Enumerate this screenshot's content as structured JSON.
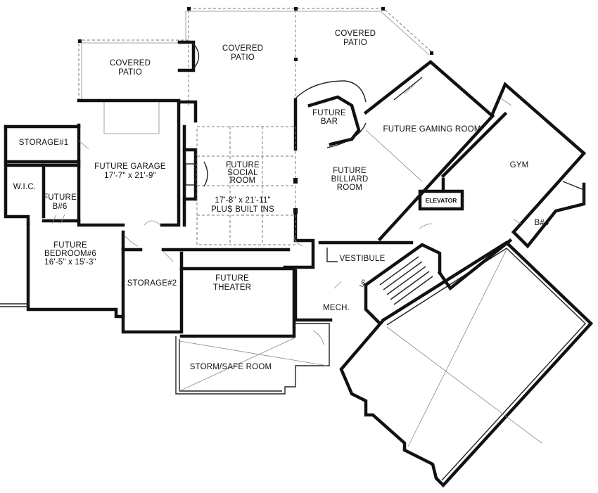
{
  "rooms": {
    "covered_patio_left": [
      "COVERED",
      "PATIO"
    ],
    "covered_patio_center": [
      "COVERED",
      "PATIO"
    ],
    "covered_patio_right": [
      "COVERED",
      "PATIO"
    ],
    "storage_1": "STORAGE#1",
    "future_garage": [
      "FUTURE GARAGE",
      "17'-7\" x 21'-9\""
    ],
    "wic": "W.I.C.",
    "future_bath_6": [
      "FUTURE",
      "B#6"
    ],
    "future_social_room": [
      "FUTURE",
      "SOCIAL",
      "ROOM"
    ],
    "social_room_dims": [
      "17'-8\" x 21'-11\"",
      "PLUS BUILT INS"
    ],
    "future_bar": [
      "FUTURE",
      "BAR"
    ],
    "future_gaming_room": "FUTURE GAMING ROOM",
    "future_billiard_room": [
      "FUTURE",
      "BILLIARD",
      "ROOM"
    ],
    "gym": "GYM",
    "elevator": "ELEVATOR",
    "bath_4": "B#4",
    "future_bedroom_6": [
      "FUTURE",
      "BEDROOM#6",
      "16'-5\" x 15'-3\""
    ],
    "storage_2": "STORAGE#2",
    "future_theater": [
      "FUTURE",
      "THEATER"
    ],
    "vestibule": "VESTIBULE",
    "stair_up": "UP",
    "mech": "MECH.",
    "storm_safe_room": "STORM/SAFE ROOM"
  }
}
